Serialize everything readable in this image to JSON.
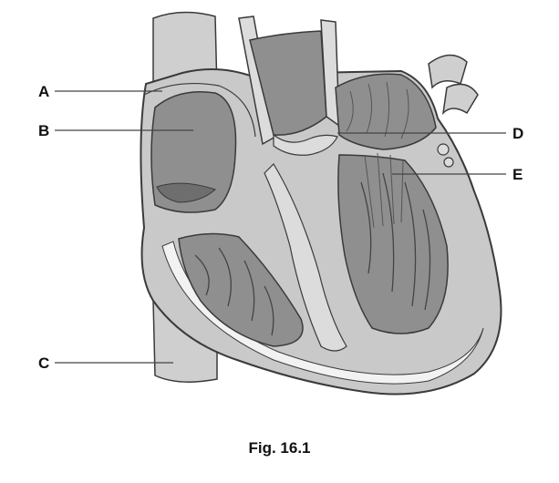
{
  "figure": {
    "caption": "Fig. 16.1",
    "labels": [
      {
        "id": "A",
        "text": "A"
      },
      {
        "id": "B",
        "text": "B"
      },
      {
        "id": "C",
        "text": "C"
      },
      {
        "id": "D",
        "text": "D"
      },
      {
        "id": "E",
        "text": "E"
      }
    ]
  },
  "colors": {
    "outline": "#3a3a3a",
    "tissue": "#c9c9c9",
    "tissue_light": "#dcdcdc",
    "chamber": "#8f8f8f",
    "chamber_dark": "#6e6e6e",
    "lumen": "#a8a8a8",
    "fat": "#f2f2f2",
    "line": "#444444"
  }
}
